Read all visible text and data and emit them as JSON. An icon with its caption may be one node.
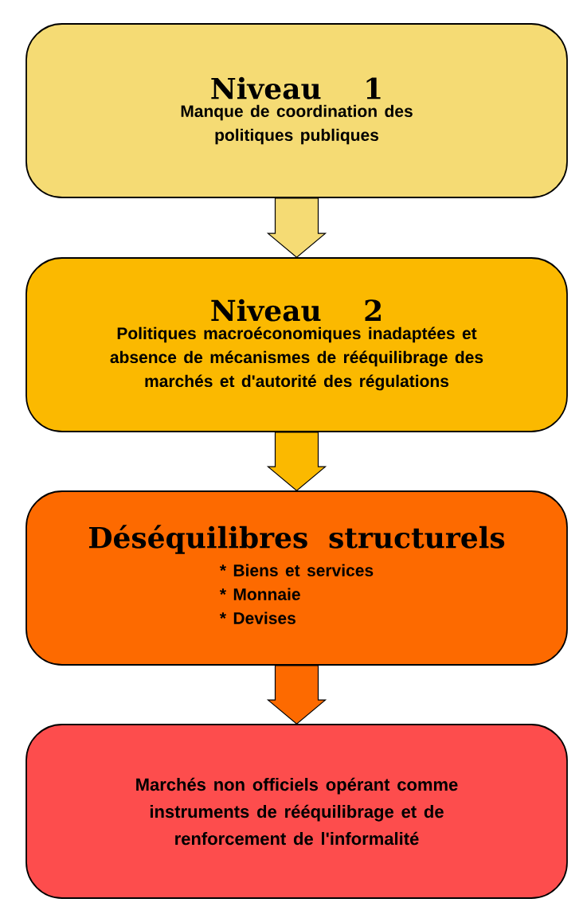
{
  "diagram": {
    "nodes": [
      {
        "text": [
          "Niveau 1",
          "Manque de coordination des politiques publiques"
        ]
      },
      {
        "text": [
          "Niveau 2",
          "Politiques macroéconomiques inadaptées et absence de mécanismes de rééquilibrage des marchés et d'autorité des régulations"
        ]
      },
      {
        "text": [
          "Déséquilibres structurels",
          "* Biens et services",
          "* Monnaie",
          "* Devises"
        ]
      },
      {
        "text": [
          "Marchés non officiels opérant comme instruments de rééquilibrage et de renforcement de l'informalité"
        ]
      }
    ],
    "edges": [
      {
        "from": 0,
        "to": 1,
        "arrow": "to",
        "color": "#f5db74"
      },
      {
        "from": 1,
        "to": 2,
        "arrow": "to",
        "color": "#fbb900"
      },
      {
        "from": 2,
        "to": 3,
        "arrow": "to",
        "color": "#fd6a00"
      }
    ]
  }
}
